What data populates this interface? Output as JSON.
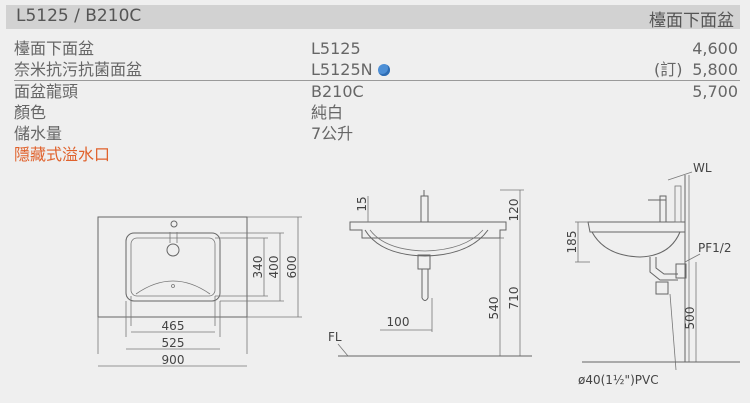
{
  "header": {
    "model_code": "L5125 / B210C",
    "category": "檯面下面盆"
  },
  "specs": [
    {
      "label": "檯面下面盆",
      "model": "L5125",
      "note": "",
      "price": "4,600"
    },
    {
      "label": "奈米抗污抗菌面盆",
      "model": "L5125N",
      "note": "(訂)",
      "price": "5,800",
      "icon": "nano-coating-icon"
    },
    {
      "label": "面盆龍頭",
      "model": "B210C",
      "note": "",
      "price": "5,700"
    },
    {
      "label": "顏色",
      "model": "純白",
      "note": "",
      "price": ""
    },
    {
      "label": "儲水量",
      "model": "7公升",
      "note": "",
      "price": ""
    }
  ],
  "feature": "隱藏式溢水口",
  "drawings": {
    "top_view": {
      "dim_465": "465",
      "dim_525": "525",
      "dim_900": "900",
      "dim_340": "340",
      "dim_400": "400",
      "dim_600": "600"
    },
    "front_view": {
      "dim_15": "15",
      "dim_120": "120",
      "dim_100": "100",
      "dim_540": "540",
      "dim_710": "710",
      "floor_label": "FL"
    },
    "side_view": {
      "wall_label": "WL",
      "dim_185": "185",
      "pipe_label": "PF1/2",
      "dim_500": "500",
      "drain_label": "ø40(1½\")PVC"
    }
  }
}
